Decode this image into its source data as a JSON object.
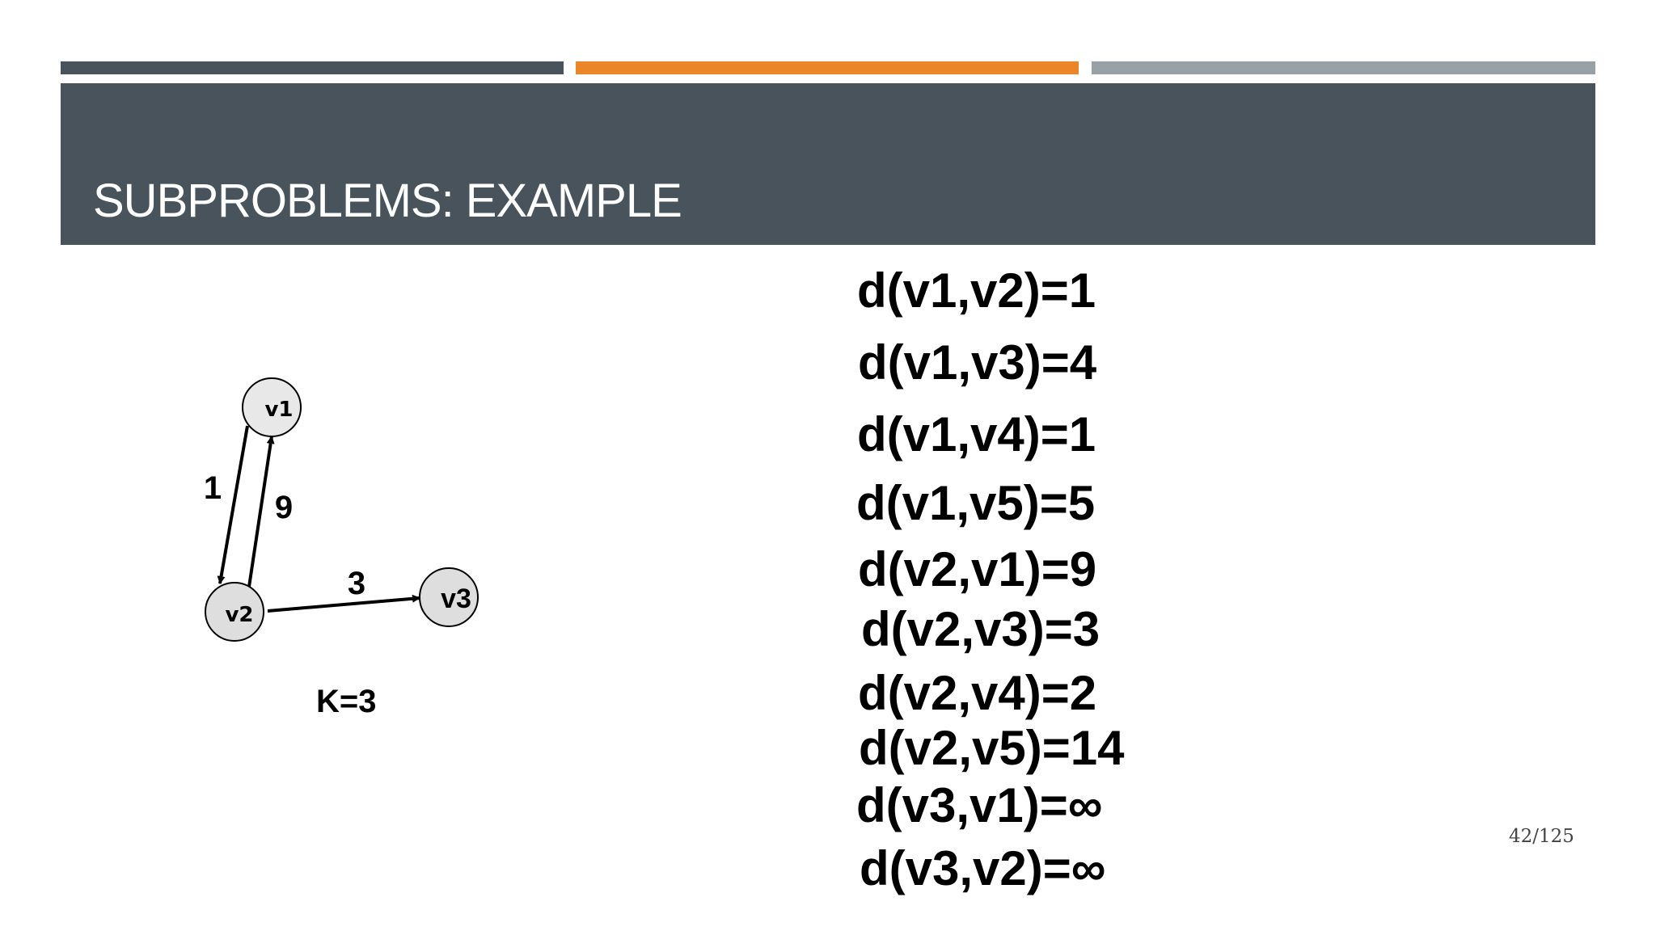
{
  "slide": {
    "title": "SUBPROBLEMS: EXAMPLE",
    "page_number": "42/125",
    "accent_colors": {
      "dark": "#48535b",
      "orange": "#ea8627",
      "gray": "#97a1a6"
    }
  },
  "graph": {
    "nodes": [
      {
        "id": "v1",
        "label": "v1"
      },
      {
        "id": "v2",
        "label": "v2"
      },
      {
        "id": "v3",
        "label": "v3"
      }
    ],
    "edges": [
      {
        "from": "v1",
        "to": "v2",
        "weight": "1"
      },
      {
        "from": "v2",
        "to": "v1",
        "weight": "9"
      },
      {
        "from": "v2",
        "to": "v3",
        "weight": "3"
      }
    ],
    "k_label": "K=3"
  },
  "distances": [
    "d(v1,v2)=1",
    "d(v1,v3)=4",
    "d(v1,v4)=1",
    "d(v1,v5)=5",
    "d(v2,v1)=9",
    "d(v2,v3)=3",
    "d(v2,v4)=2",
    "d(v2,v5)=14",
    "d(v3,v1)=∞",
    "d(v3,v2)=∞"
  ]
}
